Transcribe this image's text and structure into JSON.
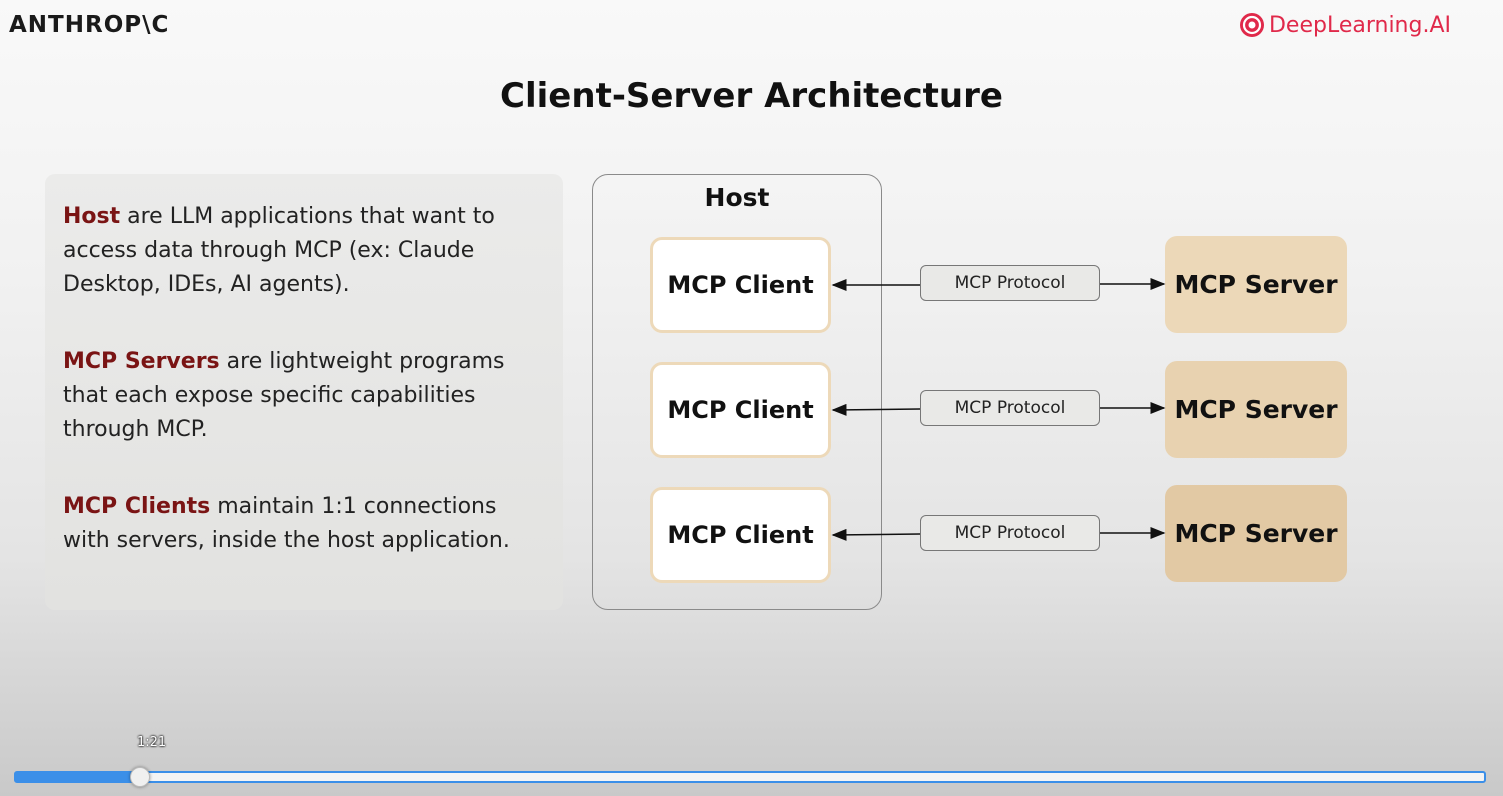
{
  "branding": {
    "left": "ANTHROP\\C",
    "right": "DeepLearning.AI",
    "right_color": "#e0294a"
  },
  "slide": {
    "title": "Client-Server Architecture",
    "paragraphs": [
      {
        "keyword": "Host",
        "text": " are LLM applications that want to access data through MCP (ex: Claude Desktop, IDEs, AI agents)."
      },
      {
        "keyword": "MCP Servers",
        "text": " are lightweight programs that each expose specific capabilities through MCP."
      },
      {
        "keyword": "MCP Clients",
        "text": " maintain 1:1 connections with servers, inside the host application."
      }
    ],
    "keyword_color": "#7a1414",
    "diagram": {
      "host_label": "Host",
      "rows": [
        {
          "client": "MCP Client",
          "protocol": "MCP Protocol",
          "server": "MCP Server",
          "server_color": "#ecd8b8"
        },
        {
          "client": "MCP Client",
          "protocol": "MCP Protocol",
          "server": "MCP Server",
          "server_color": "#e8d2b0"
        },
        {
          "client": "MCP Client",
          "protocol": "MCP Protocol",
          "server": "MCP Server",
          "server_color": "#e2c9a4"
        }
      ]
    }
  },
  "player": {
    "time_tooltip": "1:21",
    "progress_fraction": 0.084,
    "accent_color": "#3b8fe8"
  }
}
